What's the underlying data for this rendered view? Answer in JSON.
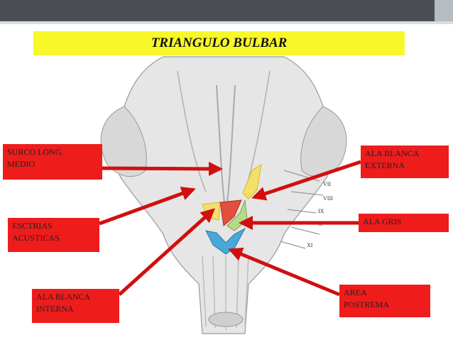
{
  "title": "TRIANGULO  BULBAR",
  "labels": {
    "surco_long_medio": [
      "SURCO LONG.",
      "MEDIO"
    ],
    "ala_blanca_externa": [
      "ALA BLANCA",
      "EXTERNA"
    ],
    "esctrias_acusticas": [
      "ESCTRIAS",
      "ACUSTICAS"
    ],
    "ala_gris": [
      "ALA GRIS"
    ],
    "ala_blanca_interna": [
      "ALA BLANCA",
      "INTERNA"
    ],
    "area_postrema": [
      "AREA",
      "POSTREMA"
    ]
  },
  "nerve_labels": [
    "VII",
    "VIII",
    "IX",
    "X",
    "XI"
  ],
  "colors": {
    "label_bg": "#ef1c1c",
    "title_bg": "#f7f72a",
    "top_bar": "#4b4f55",
    "arrow": "#d10f0f",
    "yellow_region": "#f2e06a",
    "green_region": "#b7d98a",
    "blue_region": "#4aa8d8",
    "red_region": "#e0503c"
  }
}
